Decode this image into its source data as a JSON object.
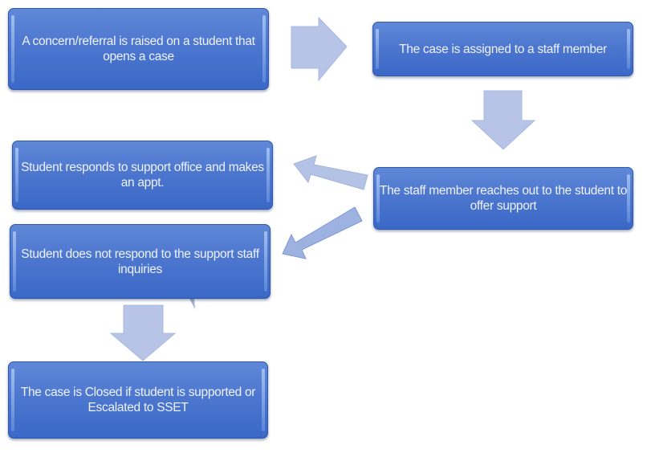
{
  "diagram": {
    "type": "flowchart",
    "steps": [
      {
        "id": "concern",
        "label": "A concern/referral is raised on a student that opens a case"
      },
      {
        "id": "assigned",
        "label": "The case is assigned to a  staff member"
      },
      {
        "id": "responds",
        "label": "Student responds to support office and makes an appt."
      },
      {
        "id": "reaches-out",
        "label": "The staff member reaches out to the student to offer support"
      },
      {
        "id": "no-response",
        "label": "Student does not respond to the support staff inquiries"
      },
      {
        "id": "closed",
        "label": "The case is Closed if student is supported or Escalated to SSET"
      }
    ],
    "connections": [
      {
        "from": "concern",
        "to": "assigned",
        "direction": "right"
      },
      {
        "from": "assigned",
        "to": "reaches-out",
        "direction": "down"
      },
      {
        "from": "reaches-out",
        "to": "responds",
        "direction": "up-left"
      },
      {
        "from": "reaches-out",
        "to": "no-response",
        "direction": "down-left"
      },
      {
        "from": "no-response",
        "to": "closed",
        "direction": "down"
      }
    ],
    "colors": {
      "box_fill": "#4d77cf",
      "box_text": "#eef2fb",
      "arrow_fill": "#b4c2e6",
      "arrow_fill_dark": "#9cb0e0"
    }
  }
}
